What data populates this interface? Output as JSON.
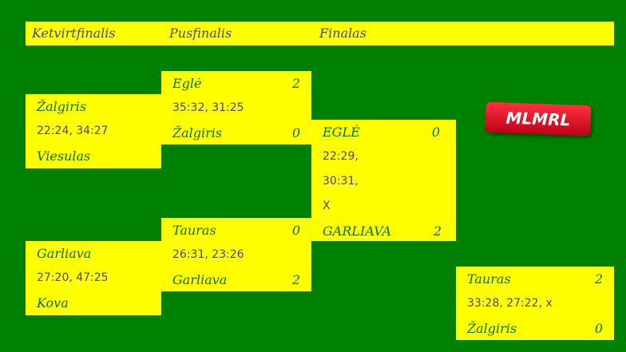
{
  "header": {
    "quarterfinals": "Ketvirtfinalis",
    "semifinals": "Pusfinalis",
    "final": "Finalas"
  },
  "logo": "MLMRL",
  "quarterfinal1": {
    "team1": "Žalgiris",
    "scores": "22:24, 34:27",
    "team2": "Viesulas"
  },
  "quarterfinal2": {
    "team1": "Garliava",
    "scores": "27:20, 47:25",
    "team2": "Kova"
  },
  "semifinal1": {
    "team1": "Eglė",
    "team1_points": "2",
    "scores": "35:32, 31:25",
    "team2": "Žalgiris",
    "team2_points": "0"
  },
  "semifinal2": {
    "team1": "Tauras",
    "team1_points": "0",
    "scores": "26:31, 23:26",
    "team2": "Garliava",
    "team2_points": "2"
  },
  "final": {
    "team1": "EGLĖ",
    "team1_points": "0",
    "score_lines": [
      "22:29,",
      "30:31,",
      "X"
    ],
    "team2": "GARLIAVA",
    "team2_points": "2"
  },
  "third_place": {
    "team1": "Tauras",
    "team1_points": "2",
    "scores": "33:28, 27:22, x",
    "team2": "Žalgiris",
    "team2_points": "0"
  }
}
